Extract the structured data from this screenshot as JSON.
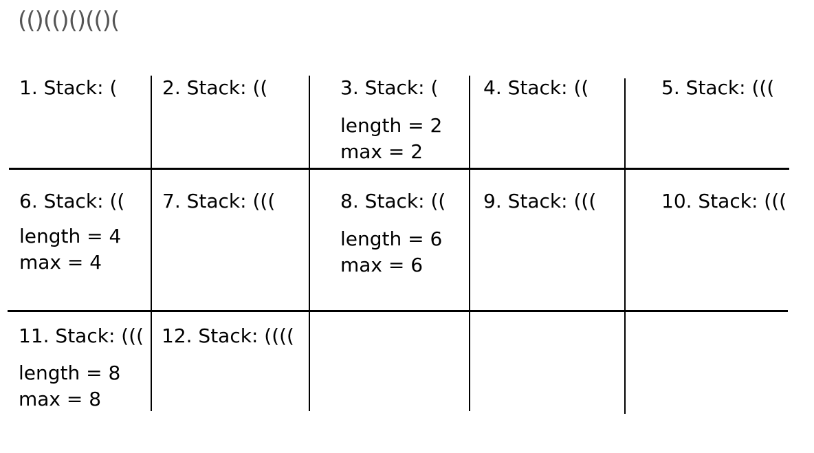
{
  "title": "(()(()()(()(",
  "cells": [
    {
      "stack": "1. Stack: (",
      "length": "",
      "max": ""
    },
    {
      "stack": "2. Stack: ((",
      "length": "",
      "max": ""
    },
    {
      "stack": "3. Stack: (",
      "length": "length = 2",
      "max": "max = 2"
    },
    {
      "stack": "4. Stack: ((",
      "length": "",
      "max": ""
    },
    {
      "stack": "5. Stack: (((",
      "length": "",
      "max": ""
    },
    {
      "stack": "6. Stack: ((",
      "length": "length = 4",
      "max": "max = 4"
    },
    {
      "stack": "7. Stack: (((",
      "length": "",
      "max": ""
    },
    {
      "stack": "8. Stack: ((",
      "length": "length = 6",
      "max": "max = 6"
    },
    {
      "stack": "9. Stack: (((",
      "length": "",
      "max": ""
    },
    {
      "stack": "10. Stack: (((",
      "length": "",
      "max": ""
    },
    {
      "stack": "11. Stack: (((",
      "length": "length = 8",
      "max": "max = 8"
    },
    {
      "stack": "12. Stack: ((((",
      "length": "",
      "max": ""
    }
  ]
}
